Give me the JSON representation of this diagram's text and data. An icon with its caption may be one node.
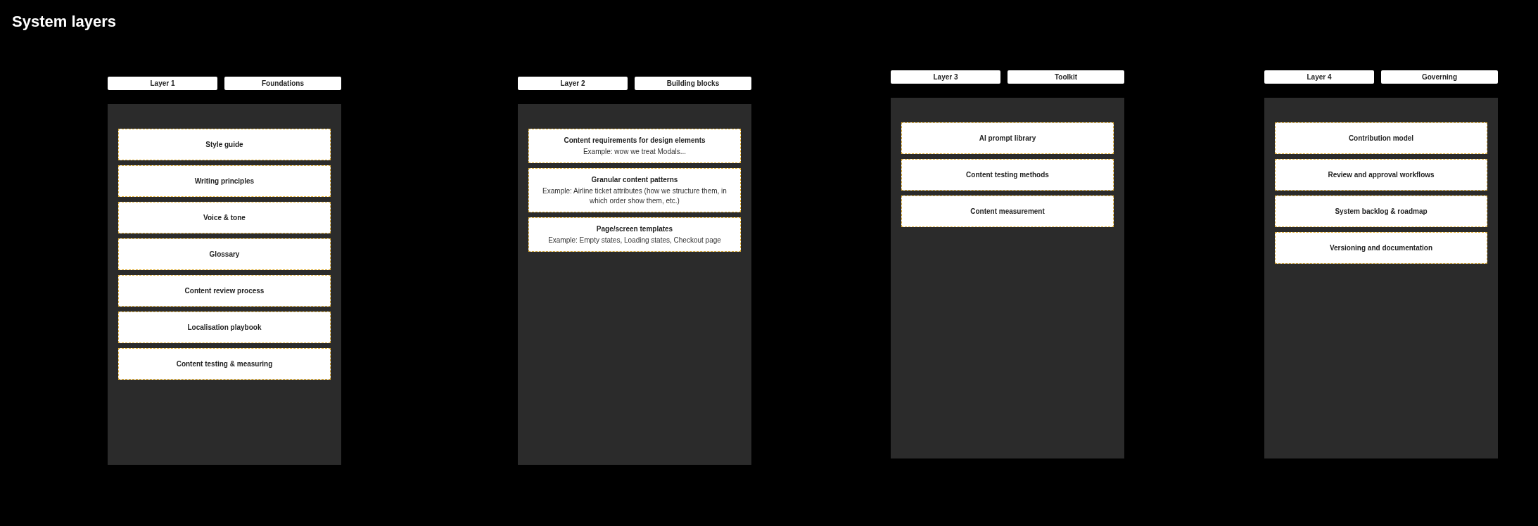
{
  "diagram": {
    "title": "System layers",
    "nodes": [
      {
        "text": [
          "Layer 1"
        ]
      },
      {
        "text": [
          "Foundations"
        ]
      },
      {
        "text": [],
        "shape": "box"
      },
      {
        "text": [
          "Style guide"
        ],
        "in": 2
      },
      {
        "text": [
          "Writing principles"
        ],
        "in": 2
      },
      {
        "text": [
          "Voice & tone"
        ],
        "in": 2
      },
      {
        "text": [
          "Glossary"
        ],
        "in": 2
      },
      {
        "text": [
          "Content review process"
        ],
        "in": 2
      },
      {
        "text": [
          "Localisation playbook"
        ],
        "in": 2
      },
      {
        "text": [
          "Content testing & measuring"
        ],
        "in": 2
      },
      {
        "text": [
          "Layer 2"
        ]
      },
      {
        "text": [
          "Building blocks"
        ]
      },
      {
        "text": [],
        "shape": "box"
      },
      {
        "text": [
          "Content requirements for design elements",
          "Example: wow we treat Modals..."
        ],
        "in": 12
      },
      {
        "text": [
          "Granular content patterns",
          "Example: Airline ticket attributes (how we structure them, in which order show them, etc.)"
        ],
        "in": 12
      },
      {
        "text": [
          "Page/screen templates",
          "Example: Empty states, Loading states, Checkout page"
        ],
        "in": 12
      },
      {
        "text": [
          "Layer 3"
        ]
      },
      {
        "text": [
          "Toolkit"
        ]
      },
      {
        "text": [],
        "shape": "box"
      },
      {
        "text": [
          "AI prompt library"
        ],
        "in": 18
      },
      {
        "text": [
          "Content testing methods"
        ],
        "in": 18
      },
      {
        "text": [
          "Content measurement"
        ],
        "in": 18
      },
      {
        "text": [
          "Layer 4"
        ]
      },
      {
        "text": [
          "Governing"
        ]
      },
      {
        "text": [],
        "shape": "box"
      },
      {
        "text": [
          "Contribution model"
        ],
        "in": 24
      },
      {
        "text": [
          "Review and approval workflows"
        ],
        "in": 24
      },
      {
        "text": [
          "System backlog & roadmap"
        ],
        "in": 24
      },
      {
        "text": [
          "Versioning and documentation"
        ],
        "in": 24
      }
    ]
  }
}
